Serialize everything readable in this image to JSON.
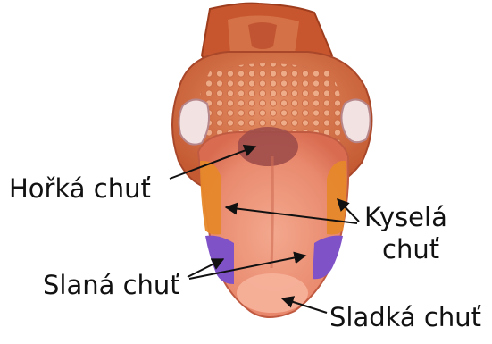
{
  "labels": {
    "bitter": "Hořká chuť",
    "sour": "Kyselá",
    "sour_line2": "chuť",
    "salty": "Slaná chuť",
    "sweet": "Sladká chuť"
  },
  "colors": {
    "tongue": "#e88a6f",
    "throat": "#c9582f",
    "papillae": "#d77a54",
    "sour_zone": "#e58a2a",
    "salty_zone": "#7f4fc4",
    "bitter_zone": "#9c4b4b",
    "tip": "#f4a48c",
    "tonsil": "#e6c9c9",
    "arrow": "#111111"
  }
}
